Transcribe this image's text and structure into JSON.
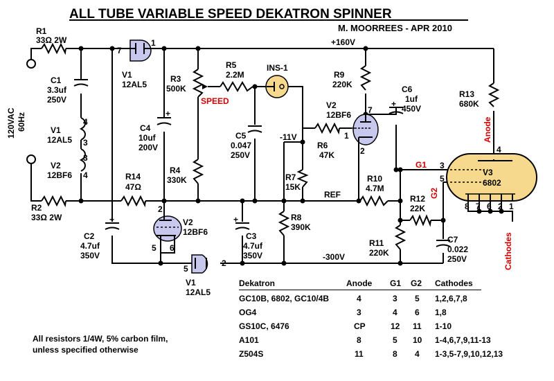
{
  "title": "ALL TUBE VARIABLE SPEED DEKATRON SPINNER",
  "author": "M. MOORREES - APR 2010",
  "rails": {
    "plus": "+160V",
    "ref": "REF",
    "minus": "-300V",
    "minus11": "-11V"
  },
  "input": {
    "line1": "120VAC",
    "line2": "60Hz"
  },
  "resistors": {
    "r1": {
      "name": "R1",
      "value": "33Ω 2W"
    },
    "r2": {
      "name": "R2",
      "value": "33Ω 2W"
    },
    "r3": {
      "name": "R3",
      "value": "500K"
    },
    "r4": {
      "name": "R4",
      "value": "330K"
    },
    "r5": {
      "name": "R5",
      "value": "2.2M"
    },
    "r6": {
      "name": "R6",
      "value": "47K"
    },
    "r7": {
      "name": "R7",
      "value": "15K"
    },
    "r8": {
      "name": "R8",
      "value": "390K"
    },
    "r9": {
      "name": "R9",
      "value": "220K"
    },
    "r10": {
      "name": "R10",
      "value": "4.7M"
    },
    "r11": {
      "name": "R11",
      "value": "220K"
    },
    "r12": {
      "name": "R12",
      "value": "22K"
    },
    "r13": {
      "name": "R13",
      "value": "680K"
    },
    "r14": {
      "name": "R14",
      "value": "47Ω"
    }
  },
  "capacitors": {
    "c1": {
      "name": "C1",
      "v1": "3.3uf",
      "v2": "250V"
    },
    "c2": {
      "name": "C2",
      "v1": "4.7uf",
      "v2": "350V"
    },
    "c3": {
      "name": "C3",
      "v1": "4.7uf",
      "v2": "350V"
    },
    "c4": {
      "name": "C4",
      "v1": "10uf",
      "v2": "200V"
    },
    "c5": {
      "name": "C5",
      "v1": "0.047",
      "v2": "250V"
    },
    "c6": {
      "name": "C6",
      "v1": "1uf",
      "v2": "450V"
    },
    "c7": {
      "name": "C7",
      "v1": "0.022",
      "v2": "250V"
    }
  },
  "tubes": {
    "v1a": {
      "name": "V1",
      "type": "12AL5"
    },
    "v1b": {
      "name": "V1",
      "type": "12AL5"
    },
    "v2a": {
      "name": "V2",
      "type": "12BF6"
    },
    "v2b": {
      "name": "V2",
      "type": "12BF6"
    },
    "ins1": {
      "name": "INS-1"
    },
    "v3": {
      "name": "V3",
      "type": "6802"
    }
  },
  "heaters": {
    "v1": {
      "name": "V1",
      "type": "12AL5"
    },
    "v2": {
      "name": "V2",
      "type": "12BF6"
    }
  },
  "speed_label": "SPEED",
  "v3_labels": {
    "anode": "Anode",
    "g1": "G1",
    "g2": "G2",
    "cathodes": "Cathodes"
  },
  "pins": {
    "v1a_7": "7",
    "v1a_1": "1",
    "v2a_7": "7",
    "v2a_1": "1",
    "v2a_2": "2",
    "v2b_2": "2",
    "v2b_5": "5",
    "v2b_6": "6",
    "v1b_5": "5",
    "v1b_2": "2",
    "h_4a": "4",
    "h_3a": "3",
    "h_3b": "3",
    "h_4b": "4",
    "v3_4": "4",
    "v3_3": "3",
    "v3_5": "5",
    "v3_c8": "8",
    "v3_c7": "7",
    "v3_c6": "6",
    "v3_c2": "2",
    "v3_c1": "1"
  },
  "table": {
    "headers": [
      "Dekatron",
      "Anode",
      "G1",
      "G2",
      "Cathodes"
    ],
    "rows": [
      [
        "GC10B, 6802, GC10/4B",
        "4",
        "3",
        "5",
        "1,2,6,7,8"
      ],
      [
        "OG4",
        "3",
        "4",
        "6",
        "1,8"
      ],
      [
        "GS10C, 6476",
        "CP",
        "12",
        "11",
        "1-10"
      ],
      [
        "A101",
        "8",
        "5",
        "10",
        "1-4,6,7,9,11-13"
      ],
      [
        "Z504S",
        "11",
        "8",
        "4",
        "1-3,5-7,9,10,12,13"
      ]
    ]
  },
  "note": {
    "line1": "All resistors 1/4W, 5% carbon film,",
    "line2": "unless specified otherwise"
  },
  "colors": {
    "tube_fill": "#c8c8ee",
    "neon_fill": "#f6d98c",
    "label_red": "#d40000"
  }
}
